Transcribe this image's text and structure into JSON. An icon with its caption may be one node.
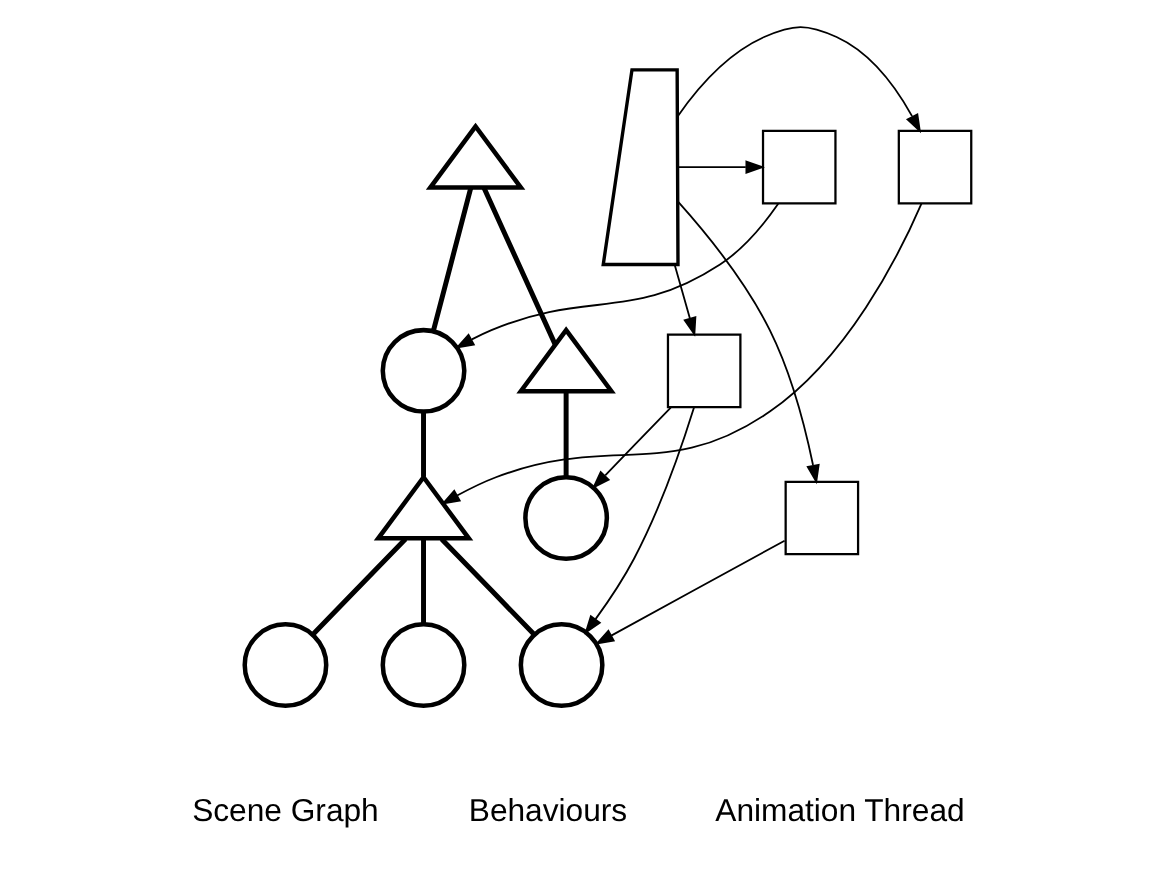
{
  "diagram": {
    "nodes": [
      {
        "text": [],
        "shape": "triangle"
      },
      {
        "text": [],
        "shape": "circle"
      },
      {
        "text": [],
        "shape": "triangle"
      },
      {
        "text": [],
        "shape": "triangle"
      },
      {
        "text": [],
        "shape": "circle"
      },
      {
        "text": [],
        "shape": "circle"
      },
      {
        "text": [],
        "shape": "circle"
      },
      {
        "text": [],
        "shape": "circle"
      },
      {
        "text": [],
        "shape": "box"
      },
      {
        "text": [],
        "shape": "box"
      },
      {
        "text": [],
        "shape": "box"
      },
      {
        "text": [],
        "shape": "box"
      },
      {
        "text": [],
        "shape": "lightning"
      }
    ],
    "edges": [
      {
        "from": 0,
        "to": 1,
        "arrow": "none",
        "style": "thick"
      },
      {
        "from": 0,
        "to": 2,
        "arrow": "none",
        "style": "thick"
      },
      {
        "from": 1,
        "to": 3,
        "arrow": "none",
        "style": "thick"
      },
      {
        "from": 2,
        "to": 4,
        "arrow": "none",
        "style": "thick"
      },
      {
        "from": 3,
        "to": 5,
        "arrow": "none",
        "style": "thick"
      },
      {
        "from": 3,
        "to": 6,
        "arrow": "none",
        "style": "thick"
      },
      {
        "from": 3,
        "to": 7,
        "arrow": "none",
        "style": "thick"
      },
      {
        "from": 8,
        "to": 1,
        "arrow": "to"
      },
      {
        "from": 9,
        "to": 3,
        "arrow": "to"
      },
      {
        "from": 10,
        "to": 4,
        "arrow": "to"
      },
      {
        "from": 10,
        "to": 7,
        "arrow": "to"
      },
      {
        "from": 11,
        "to": 7,
        "arrow": "to"
      },
      {
        "from": 12,
        "to": 8,
        "arrow": "to"
      },
      {
        "from": 12,
        "to": 9,
        "arrow": "to"
      },
      {
        "from": 12,
        "to": 10,
        "arrow": "to"
      },
      {
        "from": 12,
        "to": 11,
        "arrow": "to"
      }
    ],
    "labels": [
      "Scene Graph",
      "Behaviours",
      "Animation Thread"
    ]
  }
}
